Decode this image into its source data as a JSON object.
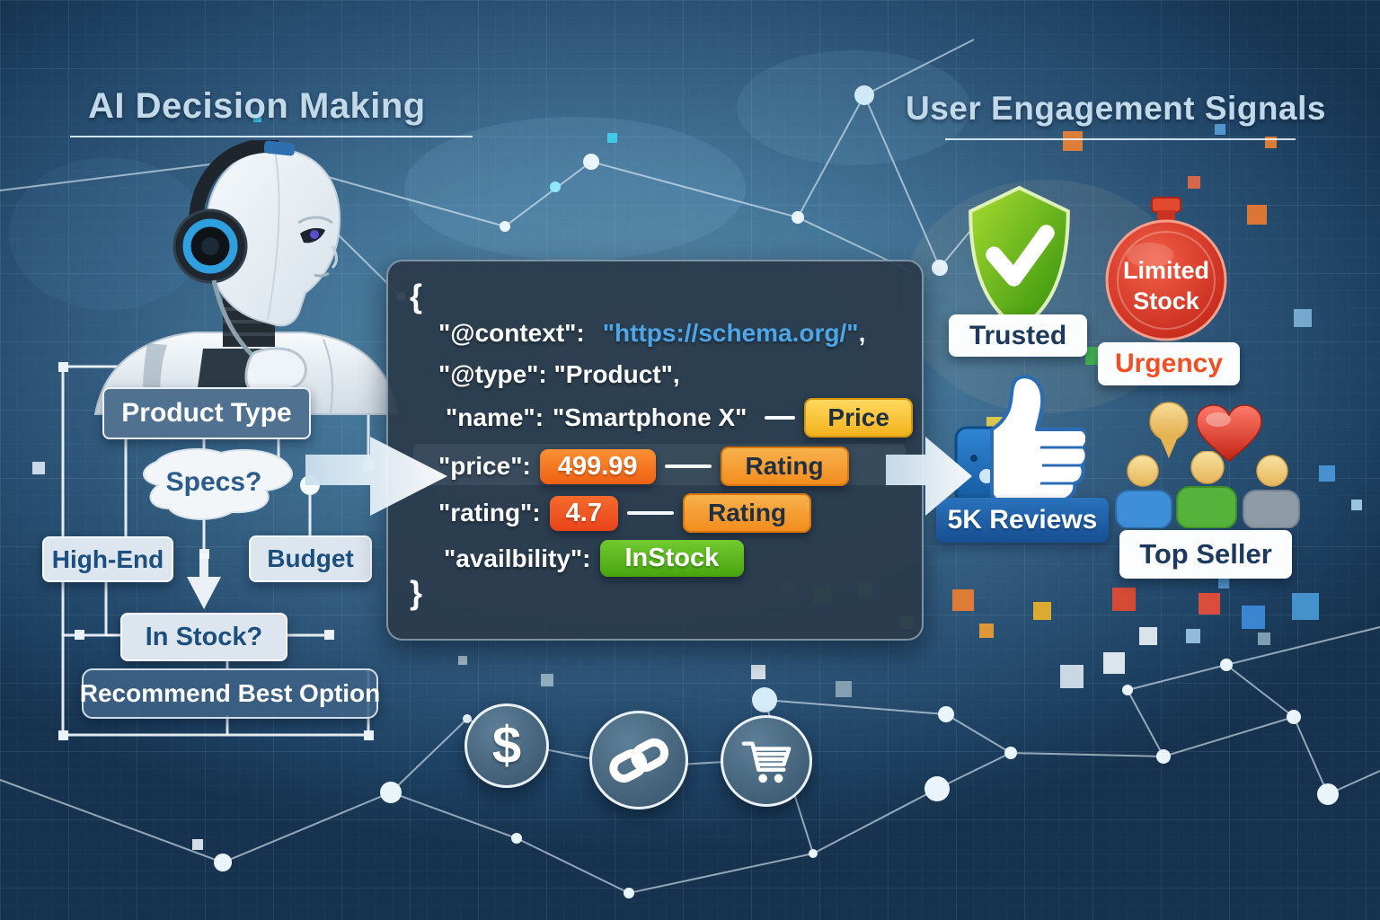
{
  "titles": {
    "left": "AI Decision Making",
    "right": "User Engagement Signals"
  },
  "flowchart": {
    "product_type": "Product Type",
    "specs": "Specs?",
    "high_end": "High-End",
    "budget": "Budget",
    "in_stock": "In Stock?",
    "recommend": "Recommend Best Option"
  },
  "code_panel": {
    "brace_open": "{",
    "brace_close": "}",
    "context": {
      "key": "\"@context\":",
      "value": "\"https://schema.org/\"",
      "comma": ","
    },
    "type_line": "\"@type\": \"Product\",",
    "name": {
      "key": "\"name\":",
      "value": "\"Smartphone X\""
    },
    "price": {
      "key": "\"price\":",
      "value": "499.99"
    },
    "rating": {
      "key": "\"rating\":",
      "value": "4.7"
    },
    "availability": {
      "key": "\"availbility\":",
      "value": "InStock"
    },
    "callouts": {
      "price": "Price",
      "rating_1": "Rating",
      "rating_2": "Rating"
    }
  },
  "signals": {
    "trusted": "Trusted",
    "limited_stock": {
      "line1": "Limited",
      "line2": "Stock"
    },
    "urgency": "Urgency",
    "reviews": "5K Reviews",
    "top_seller": "Top Seller"
  },
  "icons": {
    "dollar": "$"
  },
  "colors": {
    "title_text": "#c2d9ea",
    "schema_url": "#4da6e8",
    "price_callout": "#f5bd2e",
    "price_value_badge": "#ef6a18",
    "rating_callout": "#f59c33",
    "rating_value_badge": "#ec4f1e",
    "instock_badge": "#55b514",
    "reviews_badge": "#1d5fae",
    "urgency_text": "#f04e23",
    "limited_stock_badge": "#d8301c",
    "trusted_shield_green": "#3f9c10",
    "label_text": "#1d3a5e",
    "flow_box_dark": "#50718f",
    "flow_box_light": "#dde6ee"
  }
}
